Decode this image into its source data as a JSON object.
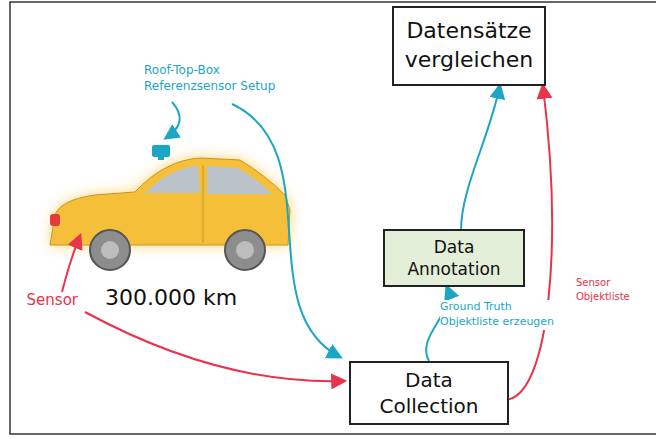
{
  "diagram": {
    "nodes": [
      {
        "text": [
          "Datensätze vergleichen"
        ]
      },
      {
        "text": [
          "Data Annotation"
        ]
      },
      {
        "text": [
          "Data Collection"
        ]
      }
    ],
    "edges": [
      {
        "from": 2,
        "to": 1,
        "arrow": "to",
        "label": "Ground Truth Objektliste erzeugen"
      },
      {
        "from": 1,
        "to": 0,
        "arrow": "to"
      },
      {
        "from": 2,
        "to": 0,
        "arrow": "to",
        "label": "Sensor Objektliste"
      }
    ],
    "labels": [
      "Roof-Top-Box Referenzsensor Setup",
      "Sensor",
      "300.000 km"
    ]
  }
}
